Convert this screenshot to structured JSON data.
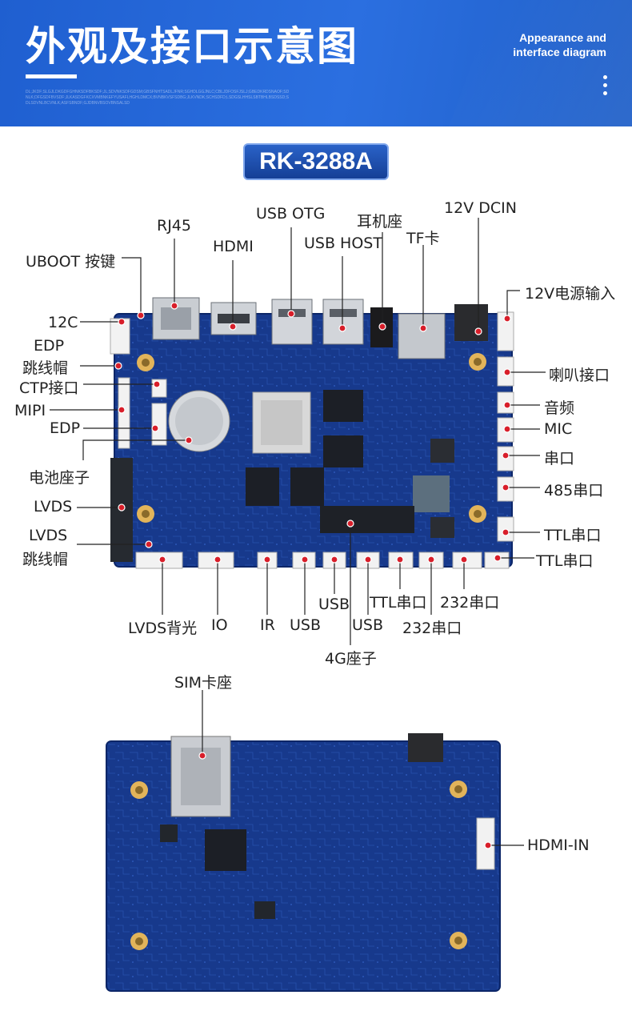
{
  "header": {
    "title": "外观及接口示意图",
    "subtitle": "Appearance and interface diagram",
    "fine_print": "DL;JKDF;SLGJLDKGDFGHNKSDFBKSDF;JL;SDVNKSDFGDSM;GBSFNHTSADLJFNR;SGHDLGGJNLC;CBLJDFOSFJSLJ;GBEDKRDSNAOF;SDNLK;DFGSDFBVSDF;JLKASDGFKCXVMBNKEFYUSAFLHGHLDMCX;BVNBKVSFSDBG;JLKVNDK;SCHSDFD;LSDGSLHHSLSBTBHLBSDSSD;SDLSDVNLBCVNLK;ASFSBNDF;GJDBNVBSOVBNSALSD"
  },
  "model_badge": "RK-3288A",
  "labels_top": {
    "usb_otg": "USB OTG",
    "earphone": "耳机座",
    "dcin": "12V DCIN",
    "rj45": "RJ45",
    "tf": "TF卡",
    "hdmi": "HDMI",
    "usb_host": "USB HOST",
    "uboot": "UBOOT 按键",
    "power_in": "12V电源输入"
  },
  "labels_left": {
    "i2c": "12C",
    "edp_cap_1": "EDP",
    "edp_cap_2": "跳线帽",
    "ctp": "CTP接口",
    "mipi": "MIPI",
    "edp": "EDP",
    "battery": "电池座子",
    "lvds": "LVDS",
    "lvds_cap_1": "LVDS",
    "lvds_cap_2": "跳线帽"
  },
  "labels_right": {
    "speaker": "喇叭接口",
    "audio": "音频",
    "mic": "MIC",
    "serial": "串口",
    "rs485": "485串口",
    "ttl1": "TTL串口",
    "ttl2": "TTL串口"
  },
  "labels_bottom": {
    "usb_a": "USB",
    "ttl": "TTL串口",
    "rs232_a": "232串口",
    "lvds_bl": "LVDS背光",
    "io": "IO",
    "ir": "IR",
    "usb_b": "USB",
    "usb_c": "USB",
    "rs232_b": "232串口",
    "g4": "4G座子"
  },
  "labels_back": {
    "sim": "SIM卡座",
    "hdmi_in": "HDMI-IN"
  },
  "colors": {
    "header": "#2266d8",
    "pcb": "#16398e",
    "marker": "#d81e2a"
  }
}
